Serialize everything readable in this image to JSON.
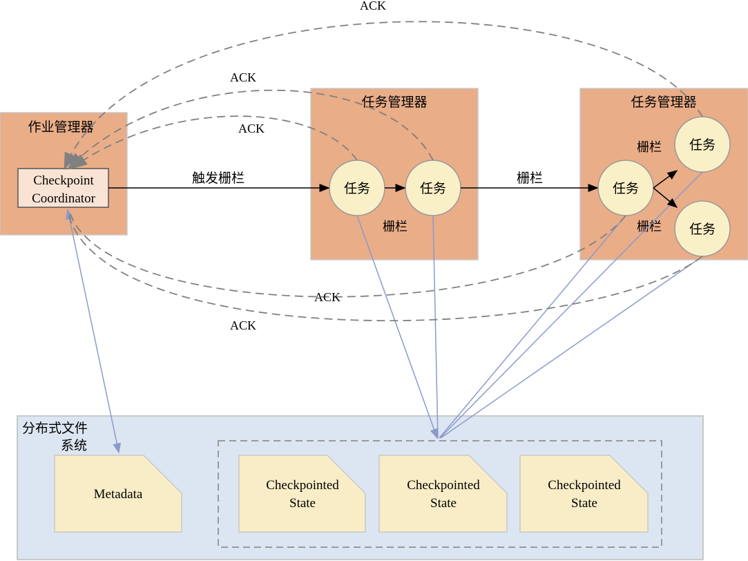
{
  "job_manager": {
    "title": "作业管理器",
    "coordinator_line1": "Checkpoint",
    "coordinator_line2": "Coordinator"
  },
  "task_manager_1": {
    "title": "任务管理器",
    "tasks": [
      "任务",
      "任务"
    ],
    "barrier_label": "栅栏"
  },
  "task_manager_2": {
    "title": "任务管理器",
    "tasks": [
      "任务",
      "任务",
      "任务"
    ],
    "barrier_labels": [
      "栅栏",
      "栅栏"
    ]
  },
  "edges": {
    "trigger_barrier": "触发栅栏",
    "barrier": "栅栏",
    "acks": [
      "ACK",
      "ACK",
      "ACK",
      "ACK",
      "ACK"
    ]
  },
  "dfs": {
    "title_line1": "分布式文件",
    "title_line2": "系统",
    "metadata": "Metadata",
    "states": [
      {
        "line1": "Checkpointed",
        "line2": "State"
      },
      {
        "line1": "Checkpointed",
        "line2": "State"
      },
      {
        "line1": "Checkpointed",
        "line2": "State"
      }
    ]
  },
  "colors": {
    "manager_fill": "#E9AD88",
    "coordinator_fill": "#F9E3D4",
    "task_fill": "#FAF0C8",
    "dfs_fill": "#DCE6F2",
    "doc_fill": "#F9EDC8",
    "ack_line": "#808080",
    "storage_line": "#8C9ACB"
  }
}
